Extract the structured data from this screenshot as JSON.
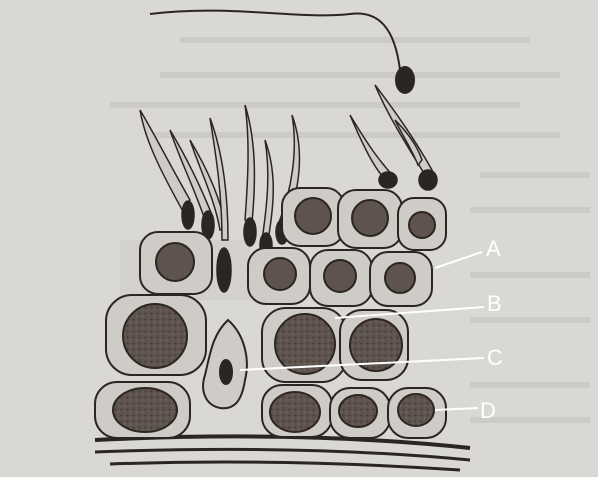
{
  "labels": [
    {
      "id": "A",
      "text": "A"
    },
    {
      "id": "B",
      "text": "B"
    },
    {
      "id": "C",
      "text": "C"
    },
    {
      "id": "D",
      "text": "D"
    }
  ],
  "colors": {
    "paper": "#d9d8d4",
    "cell_fill": "#cfcbc6",
    "nucleus": "#5e534d",
    "outline": "#2b2622",
    "label_line": "#ffffff",
    "label_text": "#ffffff"
  }
}
